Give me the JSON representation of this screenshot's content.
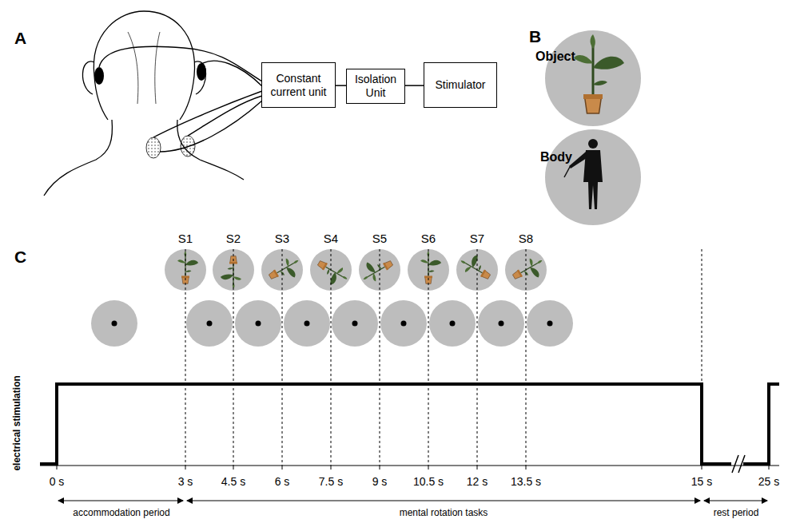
{
  "diagram": {
    "nodes": [
      {
        "text": [
          "Constant current unit"
        ]
      },
      {
        "text": [
          "Isolation Unit"
        ]
      },
      {
        "text": [
          "Stimulator"
        ]
      }
    ],
    "edges": [
      {
        "from": 0,
        "to": 1,
        "arrow": "none"
      },
      {
        "from": 1,
        "to": 2,
        "arrow": "none"
      }
    ],
    "labels": [
      "A",
      "B",
      "Object",
      "Body",
      "C",
      "electrical stimulation",
      "S1",
      "S2",
      "S3",
      "S4",
      "S5",
      "S6",
      "S7",
      "S8",
      "0 s",
      "3 s",
      "4.5 s",
      "6 s",
      "7.5 s",
      "9 s",
      "10.5 s",
      "12 s",
      "13.5 s",
      "15 s",
      "25 s",
      "accommodation period",
      "mental rotation tasks",
      "rest period"
    ]
  }
}
